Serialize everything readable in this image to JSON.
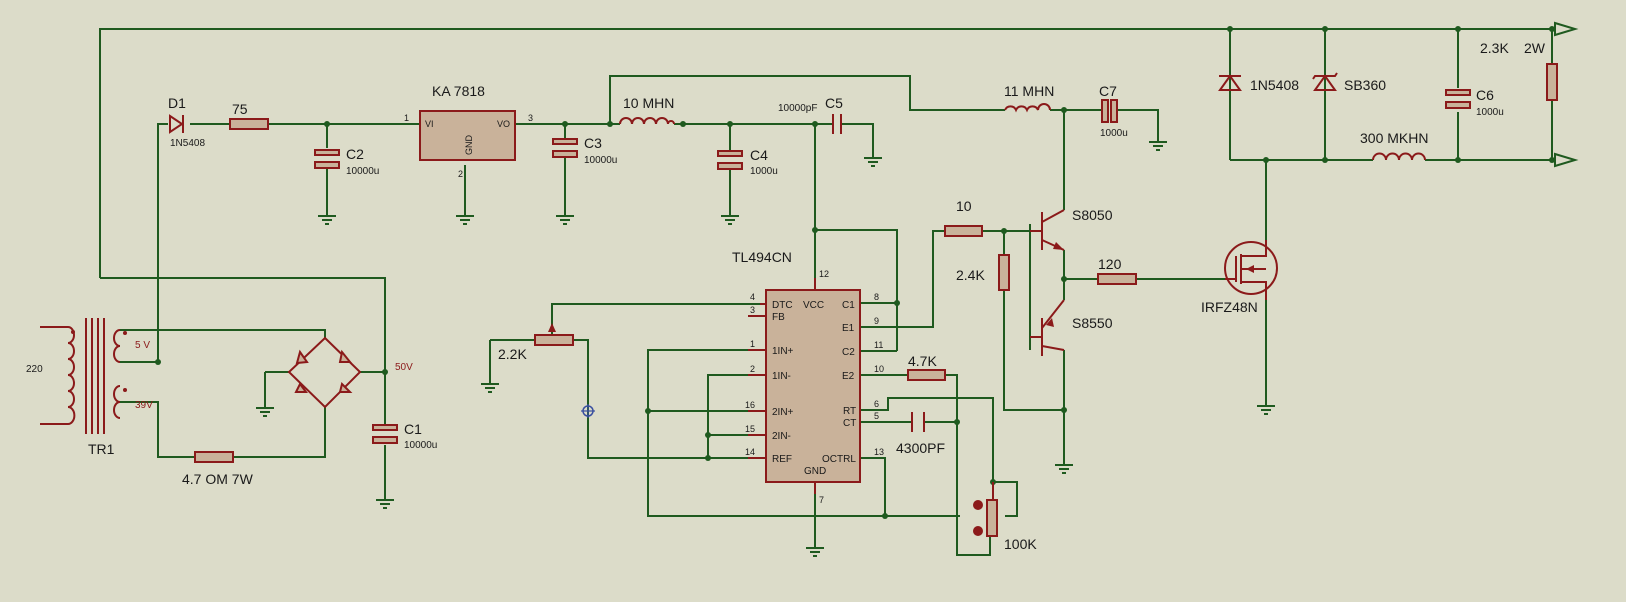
{
  "labels": {
    "transformer": "TR1",
    "primary_voltage": "220",
    "secondary_1": "5 V",
    "secondary_2": "39V",
    "bridge_out": "50V",
    "d1_name": "D1",
    "d1_value": "1N5408",
    "r_75": "75",
    "r_47": "4.7 OM  7W",
    "c1_name": "C1",
    "c1_value": "10000u",
    "c2_name": "C2",
    "c2_value": "10000u",
    "reg_name": "KA 7818",
    "reg_vi": "VI",
    "reg_vo": "VO",
    "reg_gnd": "GND",
    "reg_pin1": "1",
    "reg_pin2": "2",
    "reg_pin3": "3",
    "c3_name": "C3",
    "c3_value": "10000u",
    "l1": "10 MHN",
    "c4_name": "C4",
    "c4_value": "1000u",
    "c5_value": "10000pF",
    "c5_name": "C5",
    "l2": "11 MHN",
    "c7_name": "C7",
    "c7_value": "1000u",
    "d_1n5408": "1N5408",
    "d_sb360": "SB360",
    "c6_name": "C6",
    "c6_value": "1000u",
    "r_23k": "2.3K",
    "r_2w": "2W",
    "l3": "300 MKHN",
    "r_10": "10",
    "q1": "S8050",
    "r_24k": "2.4K",
    "q2": "S8550",
    "r_120": "120",
    "mosfet": "IRFZ48N",
    "ic_name": "TL494CN",
    "pot_22k": "2.2K",
    "r_47k": "4.7K",
    "c_4300": "4300PF",
    "pot_100k": "100K"
  },
  "ic_pins": {
    "dtc": "DTC",
    "fb": "FB",
    "in1p": "1IN+",
    "in1n": "1IN-",
    "in2p": "2IN+",
    "in2n": "2IN-",
    "ref": "REF",
    "vcc": "VCC",
    "c1": "C1",
    "e1": "E1",
    "c2": "C2",
    "e2": "E2",
    "rt": "RT",
    "ct": "CT",
    "octrl": "OCTRL",
    "gnd": "GND",
    "n4": "4",
    "n3": "3",
    "n1": "1",
    "n2": "2",
    "n16": "16",
    "n15": "15",
    "n14": "14",
    "n12": "12",
    "n8": "8",
    "n9": "9",
    "n11": "11",
    "n10": "10",
    "n6": "6",
    "n5": "5",
    "n13": "13",
    "n7": "7"
  },
  "colors": {
    "wire": "#1f5a1f",
    "component": "#8b1a1a",
    "background": "#dcdcc9"
  }
}
